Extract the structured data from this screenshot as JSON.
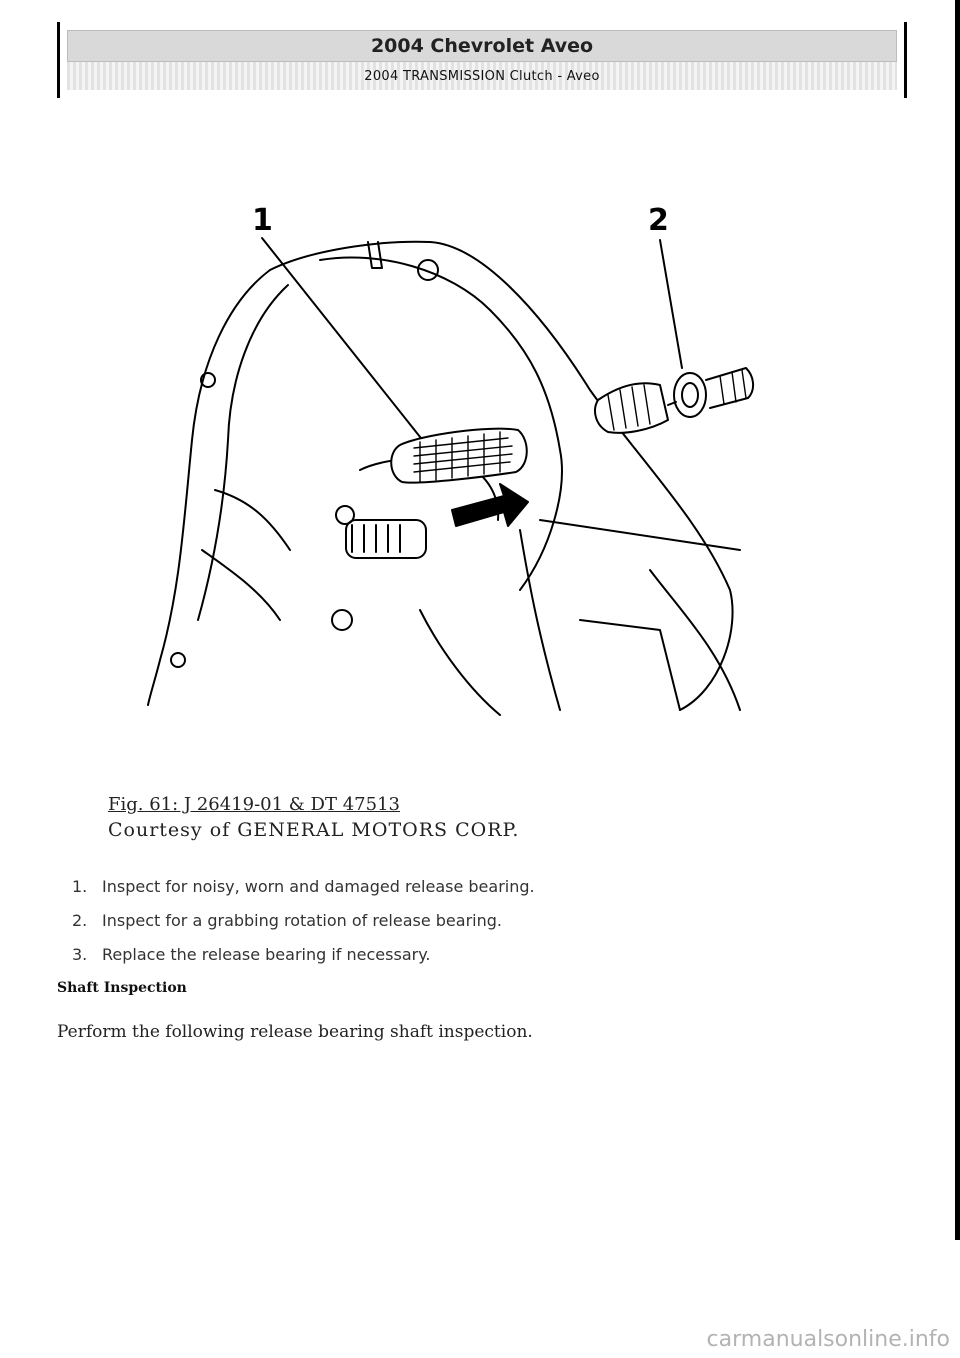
{
  "header": {
    "title": "2004 Chevrolet Aveo",
    "subtitle": "2004 TRANSMISSION Clutch - Aveo"
  },
  "figure": {
    "callout_1": "1",
    "callout_2": "2",
    "caption_title": "Fig. 61: J 26419-01 & DT 47513",
    "caption_credit": "Courtesy of GENERAL MOTORS CORP."
  },
  "steps": [
    {
      "num": "1.",
      "text": "Inspect for noisy, worn and damaged release bearing."
    },
    {
      "num": "2.",
      "text": "Inspect for a grabbing rotation of release bearing."
    },
    {
      "num": "3.",
      "text": "Replace the release bearing if necessary."
    }
  ],
  "section": {
    "heading": "Shaft Inspection",
    "body": "Perform the following release bearing shaft inspection."
  },
  "watermark": "carmanualsonline.info"
}
